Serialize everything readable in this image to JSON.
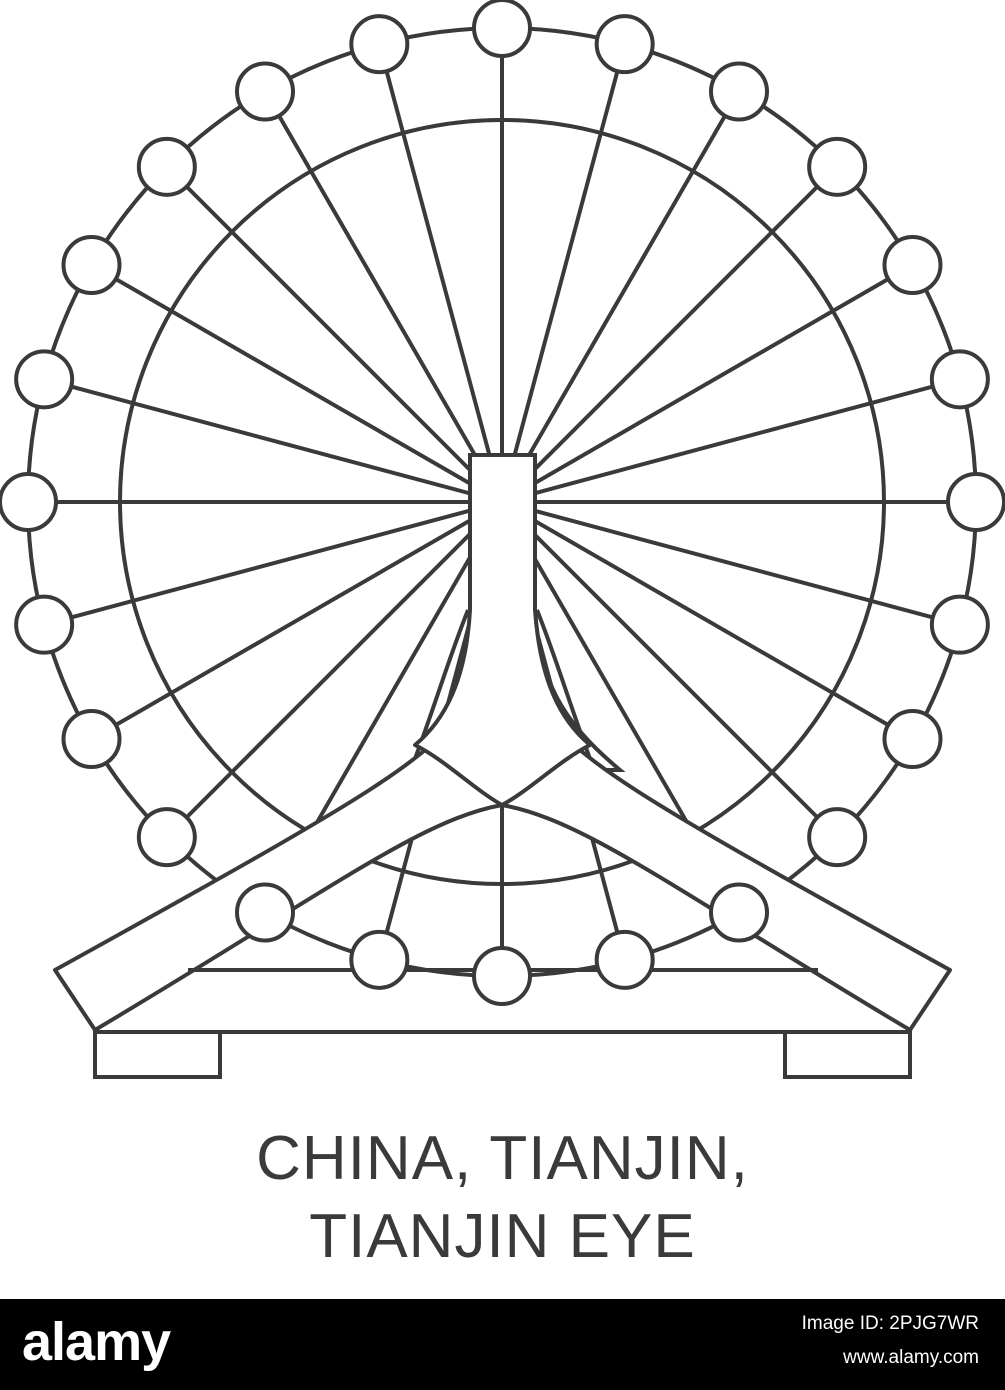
{
  "caption": {
    "line1": "CHINA, TIANJIN,",
    "line2": "TIANJIN EYE"
  },
  "footer": {
    "brand": "alamy",
    "image_id": "Image ID: 2PJG7WR",
    "site": "www.alamy.com"
  },
  "colors": {
    "line": "#3a3a3a",
    "background": "#ffffff",
    "footer_bg": "#000000",
    "footer_text": "#ffffff"
  },
  "wheel": {
    "spoke_count": 24,
    "cabin_count": 24
  }
}
